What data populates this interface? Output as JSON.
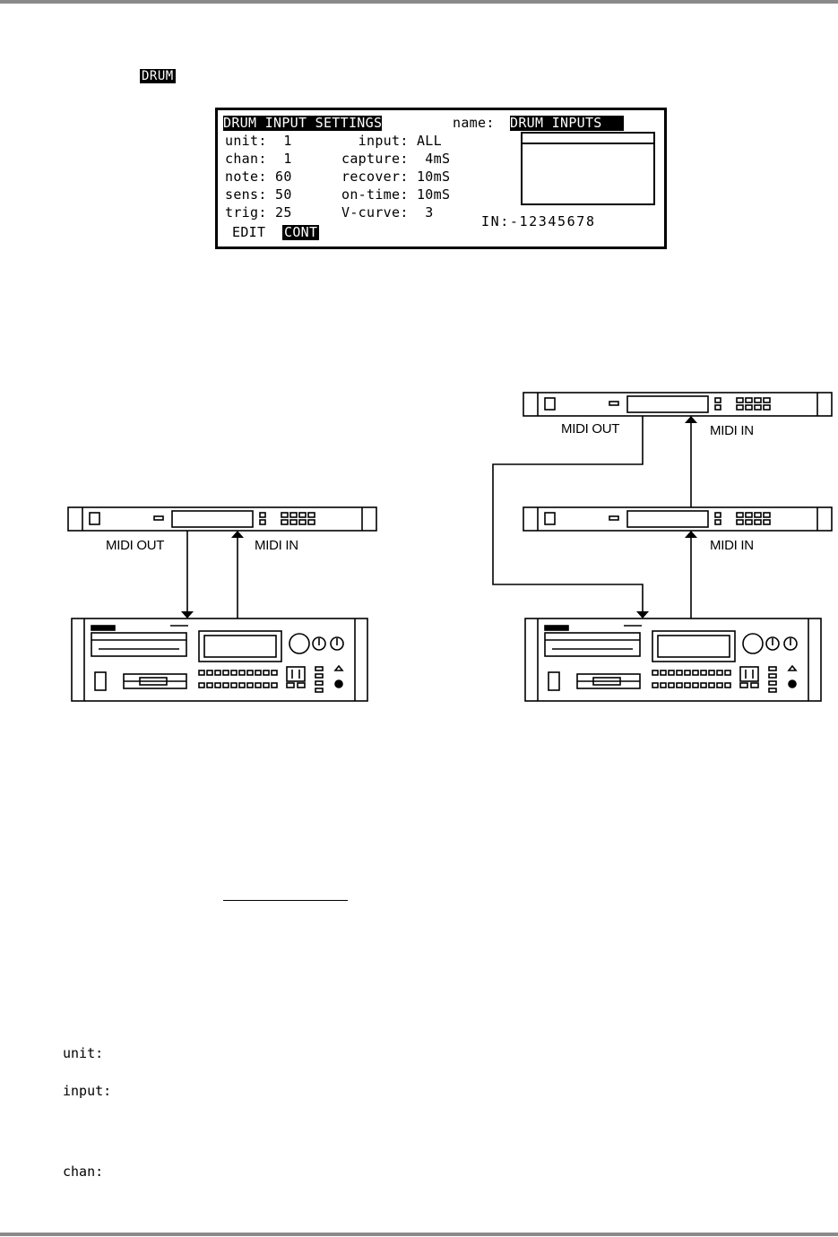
{
  "header_key": "DRUM",
  "lcd": {
    "title": "DRUM INPUT SETTINGS",
    "name_label": "name:",
    "name_value": "DRUM INPUTS",
    "rows": [
      {
        "left": "unit:  1",
        "right": "  input: ALL"
      },
      {
        "left": "chan:  1",
        "right": "capture:  4mS"
      },
      {
        "left": "note: 60",
        "right": "recover: 10mS"
      },
      {
        "left": "sens: 50",
        "right": "on-time: 10mS"
      },
      {
        "left": "trig: 25",
        "right": "V-curve:  3"
      }
    ],
    "inputs": "IN:-12345678",
    "soft_edit": "EDIT",
    "soft_cont": "CONT"
  },
  "diagram": {
    "left_midi_out": "MIDI OUT",
    "left_midi_in": "MIDI IN",
    "right_top_midi_out": "MIDI OUT",
    "right_top_midi_in": "MIDI IN",
    "right_mid_midi_in": "MIDI IN"
  },
  "terms": {
    "unit": "unit:",
    "input": "input:",
    "chan": "chan:"
  }
}
